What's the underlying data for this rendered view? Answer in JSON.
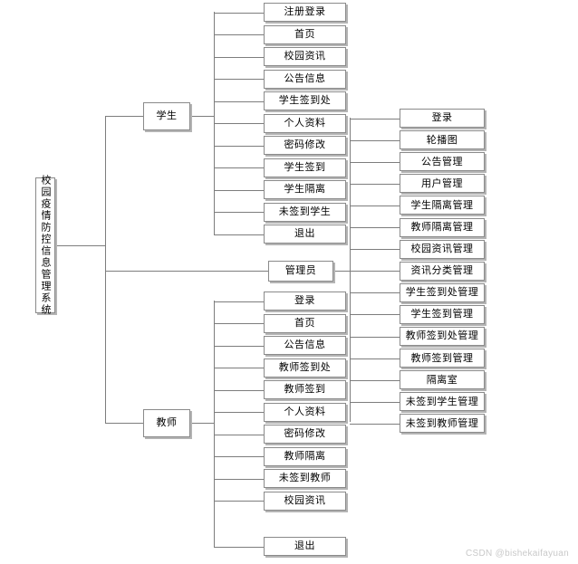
{
  "diagram": {
    "title_vertical": "校园疫情防控信息管理系统",
    "roles": {
      "student": "学生",
      "admin": "管理员",
      "teacher": "教师"
    },
    "student_items": [
      "注册登录",
      "首页",
      "校园资讯",
      "公告信息",
      "学生签到处",
      "个人资料",
      "密码修改",
      "学生签到",
      "学生隔离",
      "未签到学生",
      "退出"
    ],
    "admin_items": [
      "登录",
      "轮播图",
      "公告管理",
      "用户管理",
      "学生隔离管理",
      "教师隔离管理",
      "校园资讯管理",
      "资讯分类管理",
      "学生签到处管理",
      "学生签到管理",
      "教师签到处管理",
      "教师签到管理",
      "隔离室",
      "未签到学生管理",
      "未签到教师管理"
    ],
    "teacher_items": [
      "登录",
      "首页",
      "公告信息",
      "教师签到处",
      "教师签到",
      "个人资料",
      "密码修改",
      "教师隔离",
      "未签到教师",
      "校园资讯",
      "退出"
    ]
  },
  "watermark": "CSDN @bishekaifayuan",
  "colors": {
    "box_border": "#8a8a8a",
    "box_shadow": "#b4b4b4",
    "line": "#7d7d7d",
    "background": "#ffffff",
    "text": "#000000",
    "watermark": "#c9c9c9"
  }
}
